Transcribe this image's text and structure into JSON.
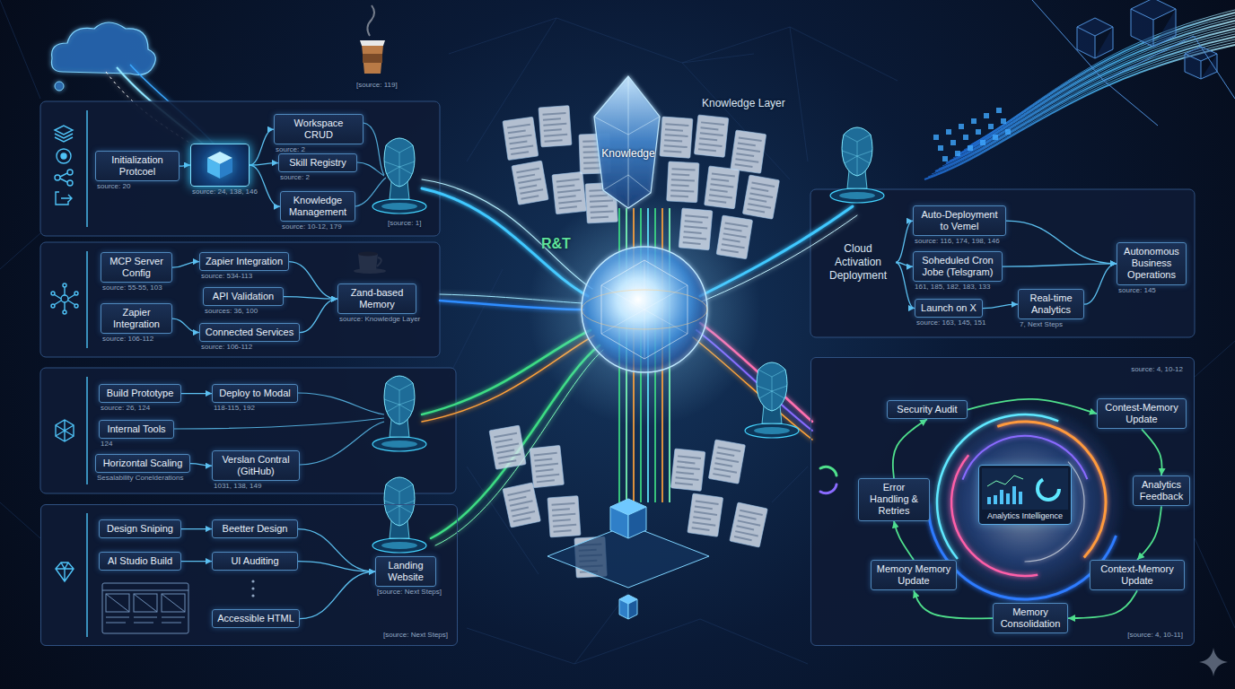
{
  "diagram": {
    "nodes": [
      {
        "text": [
          "Initialization Protcoel",
          "source: 20"
        ]
      },
      {
        "text": [
          "source: 24, 138, 146"
        ]
      },
      {
        "text": [
          "Workspace CRUD",
          "source: 2"
        ]
      },
      {
        "text": [
          "Skill Registry",
          "source: 2"
        ]
      },
      {
        "text": [
          "Knowledge Management",
          "source: 10-12, 179"
        ]
      },
      {
        "text": [
          "MCP Server Config",
          "source: 55-55, 103"
        ]
      },
      {
        "text": [
          "Zapier Integration",
          "source: 534-113"
        ]
      },
      {
        "text": [
          "API Validation",
          "sources: 36, 100"
        ]
      },
      {
        "text": [
          "Zapier Integration",
          "source: 106-112"
        ]
      },
      {
        "text": [
          "Connected Services",
          "source: 106-112"
        ]
      },
      {
        "text": [
          "Zand-based Memory",
          "source: Knowledge Layer"
        ]
      },
      {
        "text": [
          "Build Prototype",
          "source: 26, 124"
        ]
      },
      {
        "text": [
          "Deploy to Modal",
          "118-115, 192"
        ]
      },
      {
        "text": [
          "Internal Tools",
          "124"
        ]
      },
      {
        "text": [
          "Horizontal Scaling",
          "Sesalability Conelderations"
        ]
      },
      {
        "text": [
          "Verslan Contral (GitHub)",
          "1031, 138, 149"
        ]
      },
      {
        "text": [
          "[source: Next Steps]"
        ]
      },
      {
        "text": [
          "Design Sniping"
        ],
        "in": 16
      },
      {
        "text": [
          "Beetter Design"
        ],
        "in": 16
      },
      {
        "text": [
          "AI Studio Build"
        ],
        "in": 16
      },
      {
        "text": [
          "UI Auditing"
        ],
        "in": 16
      },
      {
        "text": [
          "Accessible HTML"
        ],
        "in": 16
      },
      {
        "text": [
          "Landing Website",
          "[source: Next Steps]"
        ],
        "in": 16
      },
      {
        "text": [
          "Cloud Activation Deployment"
        ]
      },
      {
        "text": [
          "Auto-Deployment to Vemel",
          "source: 116, 174, 198, 146"
        ]
      },
      {
        "text": [
          "Soheduled Cron Jobe (Telsgram)",
          "161, 185, 182, 183, 133"
        ]
      },
      {
        "text": [
          "Launch on X",
          "source: 163, 145, 151"
        ]
      },
      {
        "text": [
          "Real-time Analytics",
          "7, Next Steps"
        ]
      },
      {
        "text": [
          "Autonomous Business Operations",
          "source: 145"
        ]
      },
      {
        "text": [
          "source: 4, 10-12",
          "[source: 4, 10-11]"
        ]
      },
      {
        "text": [
          "Security Audit"
        ],
        "in": 29
      },
      {
        "text": [
          "Contest-Memory Update"
        ],
        "in": 29
      },
      {
        "text": [
          "Analytics Feedback"
        ],
        "in": 29
      },
      {
        "text": [
          "Context-Memory Update"
        ],
        "in": 29
      },
      {
        "text": [
          "Memory Consolidation"
        ],
        "in": 29
      },
      {
        "text": [
          "Memory Memory Update"
        ],
        "in": 29
      },
      {
        "text": [
          "Error Handling & Retries"
        ],
        "in": 29
      },
      {
        "text": [
          "Analytics Intelligence"
        ],
        "in": 29
      }
    ],
    "edges": [
      {
        "from": 0,
        "to": 1,
        "arrow": "to"
      },
      {
        "from": 1,
        "to": 2,
        "arrow": "to"
      },
      {
        "from": 1,
        "to": 3,
        "arrow": "to"
      },
      {
        "from": 1,
        "to": 4,
        "arrow": "to"
      },
      {
        "from": 5,
        "to": 6,
        "arrow": "to"
      },
      {
        "from": 8,
        "to": 9,
        "arrow": "to"
      },
      {
        "from": 6,
        "to": 10,
        "arrow": "to"
      },
      {
        "from": 7,
        "to": 10,
        "arrow": "to"
      },
      {
        "from": 9,
        "to": 10,
        "arrow": "to"
      },
      {
        "from": 11,
        "to": 12,
        "arrow": "to"
      },
      {
        "from": 14,
        "to": 15,
        "arrow": "to"
      },
      {
        "from": 17,
        "to": 18,
        "arrow": "to"
      },
      {
        "from": 19,
        "to": 20,
        "arrow": "to"
      },
      {
        "from": 18,
        "to": 22,
        "arrow": "to"
      },
      {
        "from": 20,
        "to": 22,
        "arrow": "to"
      },
      {
        "from": 21,
        "to": 22,
        "arrow": "to"
      },
      {
        "from": 23,
        "to": 24,
        "arrow": "to"
      },
      {
        "from": 23,
        "to": 25,
        "arrow": "to"
      },
      {
        "from": 23,
        "to": 26,
        "arrow": "to"
      },
      {
        "from": 26,
        "to": 27,
        "arrow": "to"
      },
      {
        "from": 24,
        "to": 28,
        "arrow": "to"
      },
      {
        "from": 25,
        "to": 28,
        "arrow": "to"
      },
      {
        "from": 27,
        "to": 28,
        "arrow": "to"
      },
      {
        "from": 30,
        "to": 31,
        "arrow": "to"
      },
      {
        "from": 31,
        "to": 32,
        "arrow": "to"
      },
      {
        "from": 32,
        "to": 33,
        "arrow": "to"
      },
      {
        "from": 33,
        "to": 34,
        "arrow": "to"
      },
      {
        "from": 34,
        "to": 35,
        "arrow": "to"
      },
      {
        "from": 35,
        "to": 36,
        "arrow": "to"
      },
      {
        "from": 36,
        "to": 30,
        "arrow": "to"
      }
    ],
    "labels": [
      "[source: 119]",
      "[source: 1]",
      "Knowledge Layer",
      "Knowledge",
      "R&T"
    ]
  }
}
